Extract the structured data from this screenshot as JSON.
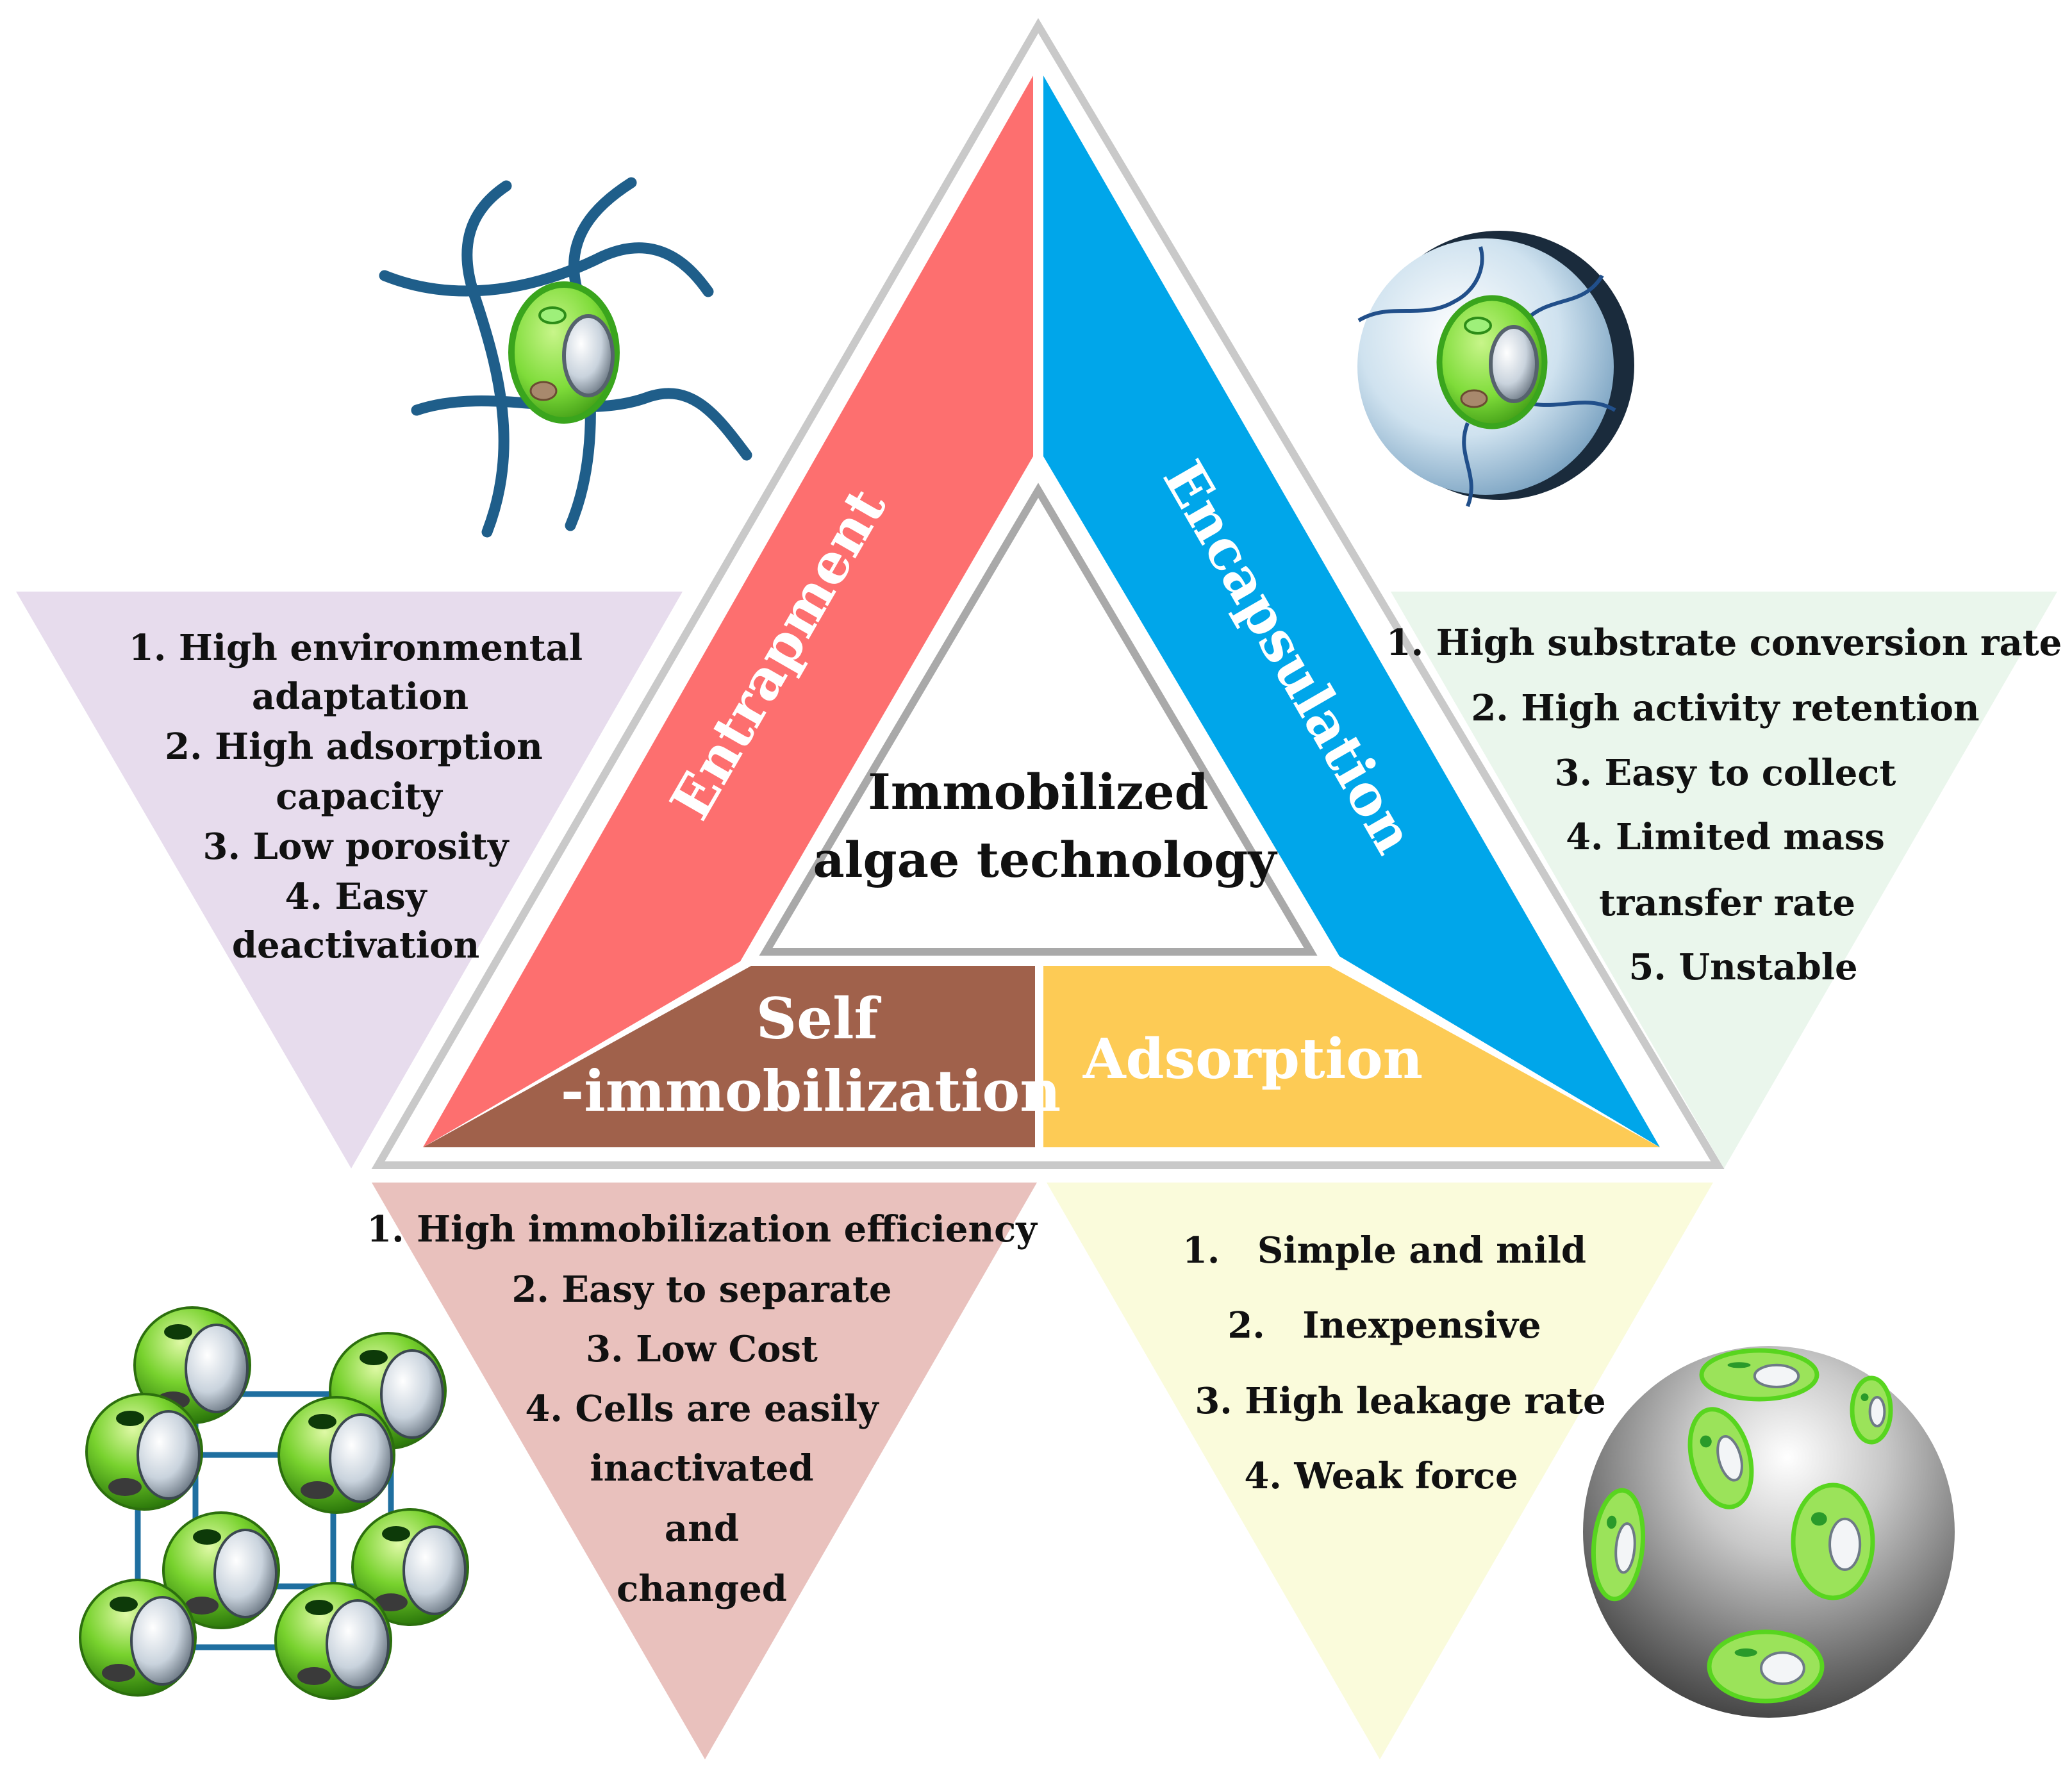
{
  "center": {
    "title_line1": "Immobilized",
    "title_line2": "algae technology"
  },
  "methods": {
    "entrapment": {
      "label": "Entrapment",
      "color": "#fd6f6f",
      "panel_color": "#e7dced",
      "items": [
        "1. High environmental",
        "adaptation",
        "2. High adsorption",
        "capacity",
        "3. Low porosity",
        "4. Easy",
        "deactivation"
      ]
    },
    "encapsulation": {
      "label": "Encapsulation",
      "color": "#00a6ea",
      "panel_color": "#eaf6ec",
      "items": [
        "1. High substrate conversion rate",
        "2. High activity retention",
        "3. Easy to collect",
        "4. Limited mass",
        "transfer rate",
        "5. Unstable"
      ]
    },
    "self_immobilization": {
      "label_line1": "Self",
      "label_line2": "-immobilization",
      "color": "#a0614b",
      "panel_color": "#e9c1bd",
      "items": [
        "1. High immobilization efficiency",
        "2. Easy to separate",
        "3. Low Cost",
        "4. Cells are easily",
        "inactivated",
        "and",
        "changed"
      ]
    },
    "adsorption": {
      "label": "Adsorption",
      "color": "#fdcb55",
      "panel_color": "#fafbdb",
      "items": [
        "1.   Simple and mild",
        "2.   Inexpensive",
        "3. High leakage rate",
        "4. Weak force"
      ]
    }
  },
  "icons": [
    "mesh-entrapment-icon",
    "capsule-encapsulation-icon",
    "cell-lattice-self-immobilization-icon",
    "carrier-sphere-adsorption-icon"
  ]
}
